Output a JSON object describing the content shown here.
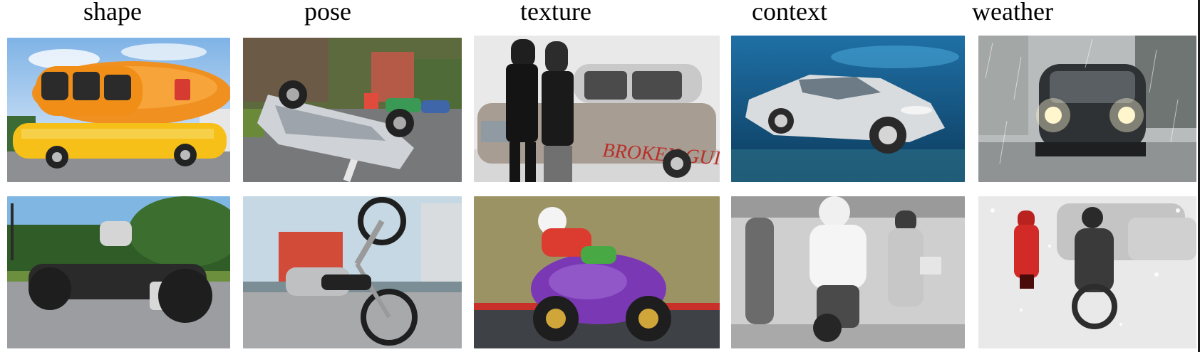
{
  "columns": [
    {
      "title": "shape"
    },
    {
      "title": "pose"
    },
    {
      "title": "texture"
    },
    {
      "title": "context"
    },
    {
      "title": "weather"
    }
  ],
  "images": {
    "shape_row1": {
      "subject": "hot-dog-shaped-vehicle-icon"
    },
    "pose_row1": {
      "subject": "overturned-car-icon"
    },
    "texture_row1": {
      "subject": "painted-car-with-people-icon",
      "painted_text": "BROKEN GUITARS"
    },
    "context_row1": {
      "subject": "underwater-sports-car-icon"
    },
    "weather_row1": {
      "subject": "car-in-rain-icon"
    },
    "shape_row2": {
      "subject": "futuristic-motorbike-icon"
    },
    "pose_row2": {
      "subject": "motorbike-wheelie-stunt-icon"
    },
    "texture_row2": {
      "subject": "purple-racing-motorbike-icon"
    },
    "context_row2": {
      "subject": "astronaut-on-motorbike-icon"
    },
    "weather_row2": {
      "subject": "motorbike-in-snow-icon"
    }
  }
}
